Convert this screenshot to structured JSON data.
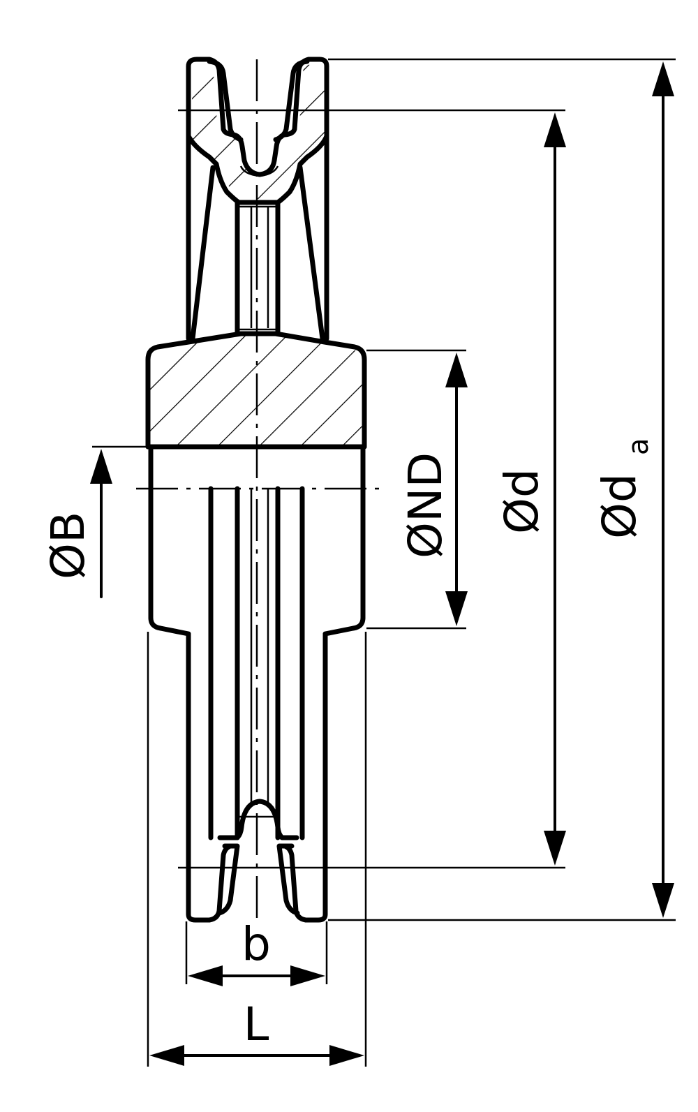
{
  "dimensions": {
    "bore": {
      "label": "ØB"
    },
    "hub": {
      "label": "ØND"
    },
    "pitch": {
      "label": "Ød"
    },
    "outer": {
      "label": "Ød",
      "subscript": "a"
    },
    "groove_width": {
      "label": "b"
    },
    "hub_length": {
      "label": "L"
    }
  }
}
